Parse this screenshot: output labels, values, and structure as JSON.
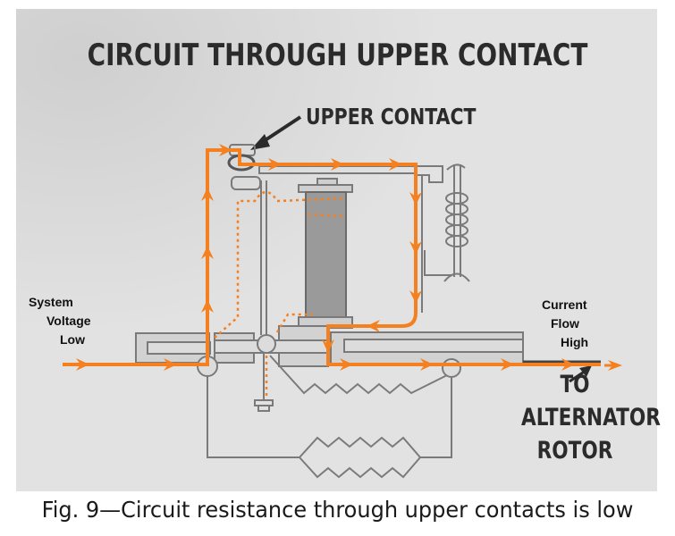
{
  "figure": {
    "title": "CIRCUIT THROUGH UPPER CONTACT",
    "caption": "Fig. 9—Circuit resistance through upper contacts is low",
    "colors": {
      "background": "#e2e2e2",
      "current_path": "#f5801f",
      "line_art": "#7a7a7a",
      "text": "#2b2b2b"
    }
  },
  "labels": {
    "upper_contact": "UPPER CONTACT",
    "to_alternator_rotor": [
      "TO",
      "ALTERNATOR",
      "ROTOR"
    ],
    "system_voltage_low": [
      "System",
      "Voltage",
      "Low"
    ],
    "current_flow_high": [
      "Current",
      "Flow",
      "High"
    ]
  },
  "components": [
    {
      "id": "upper-contact",
      "name": "Upper contact"
    },
    {
      "id": "lower-contact",
      "name": "Lower contact"
    },
    {
      "id": "voltage-coil",
      "name": "Voltage regulator coil"
    },
    {
      "id": "armature-spring",
      "name": "Armature spring"
    },
    {
      "id": "resistor-single",
      "name": "Resistor"
    },
    {
      "id": "resistor-parallel",
      "name": "Parallel resistors"
    },
    {
      "id": "terminal-input",
      "name": "Input terminal"
    },
    {
      "id": "terminal-output",
      "name": "Output terminal to alternator rotor"
    }
  ],
  "current_path": {
    "description": "Input terminal → up to upper contact → across armature → down frame → output terminal",
    "style": "solid arrows",
    "secondary_path_style": "dotted (coil winding circuit)"
  }
}
